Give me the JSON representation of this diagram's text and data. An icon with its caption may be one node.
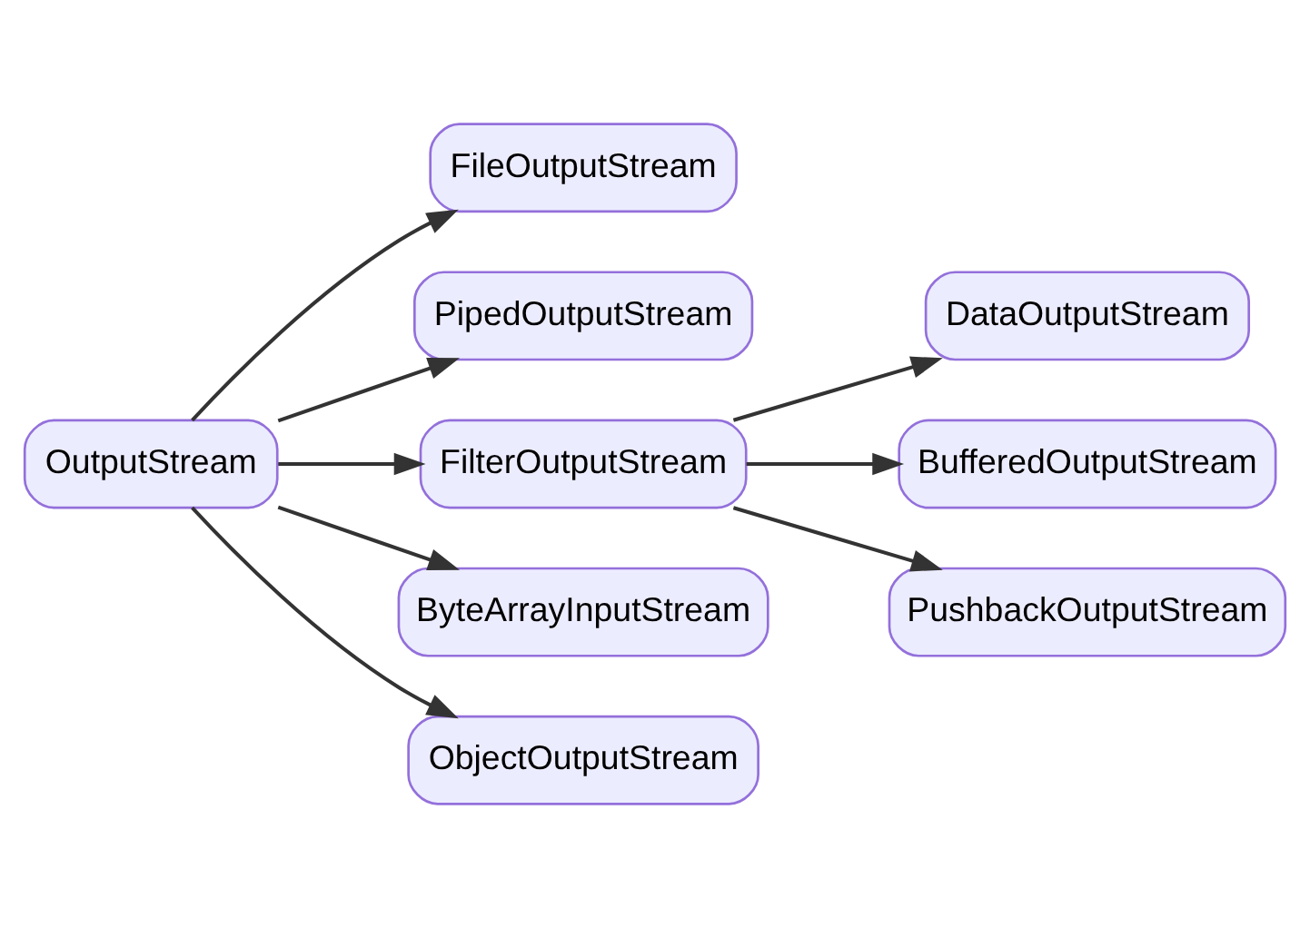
{
  "diagram": {
    "nodes": [
      {
        "text": [
          "OutputStream"
        ]
      },
      {
        "text": [
          "FileOutputStream"
        ]
      },
      {
        "text": [
          "PipedOutputStream"
        ]
      },
      {
        "text": [
          "FilterOutputStream"
        ]
      },
      {
        "text": [
          "ByteArrayInputStream"
        ]
      },
      {
        "text": [
          "ObjectOutputStream"
        ]
      },
      {
        "text": [
          "DataOutputStream"
        ]
      },
      {
        "text": [
          "BufferedOutputStream"
        ]
      },
      {
        "text": [
          "PushbackOutputStream"
        ]
      }
    ],
    "edges": [
      {
        "from": 0,
        "to": 1,
        "arrow": "to"
      },
      {
        "from": 0,
        "to": 2,
        "arrow": "to"
      },
      {
        "from": 0,
        "to": 3,
        "arrow": "to"
      },
      {
        "from": 0,
        "to": 4,
        "arrow": "to"
      },
      {
        "from": 0,
        "to": 5,
        "arrow": "to"
      },
      {
        "from": 3,
        "to": 6,
        "arrow": "to"
      },
      {
        "from": 3,
        "to": 7,
        "arrow": "to"
      },
      {
        "from": 3,
        "to": 8,
        "arrow": "to"
      }
    ]
  }
}
